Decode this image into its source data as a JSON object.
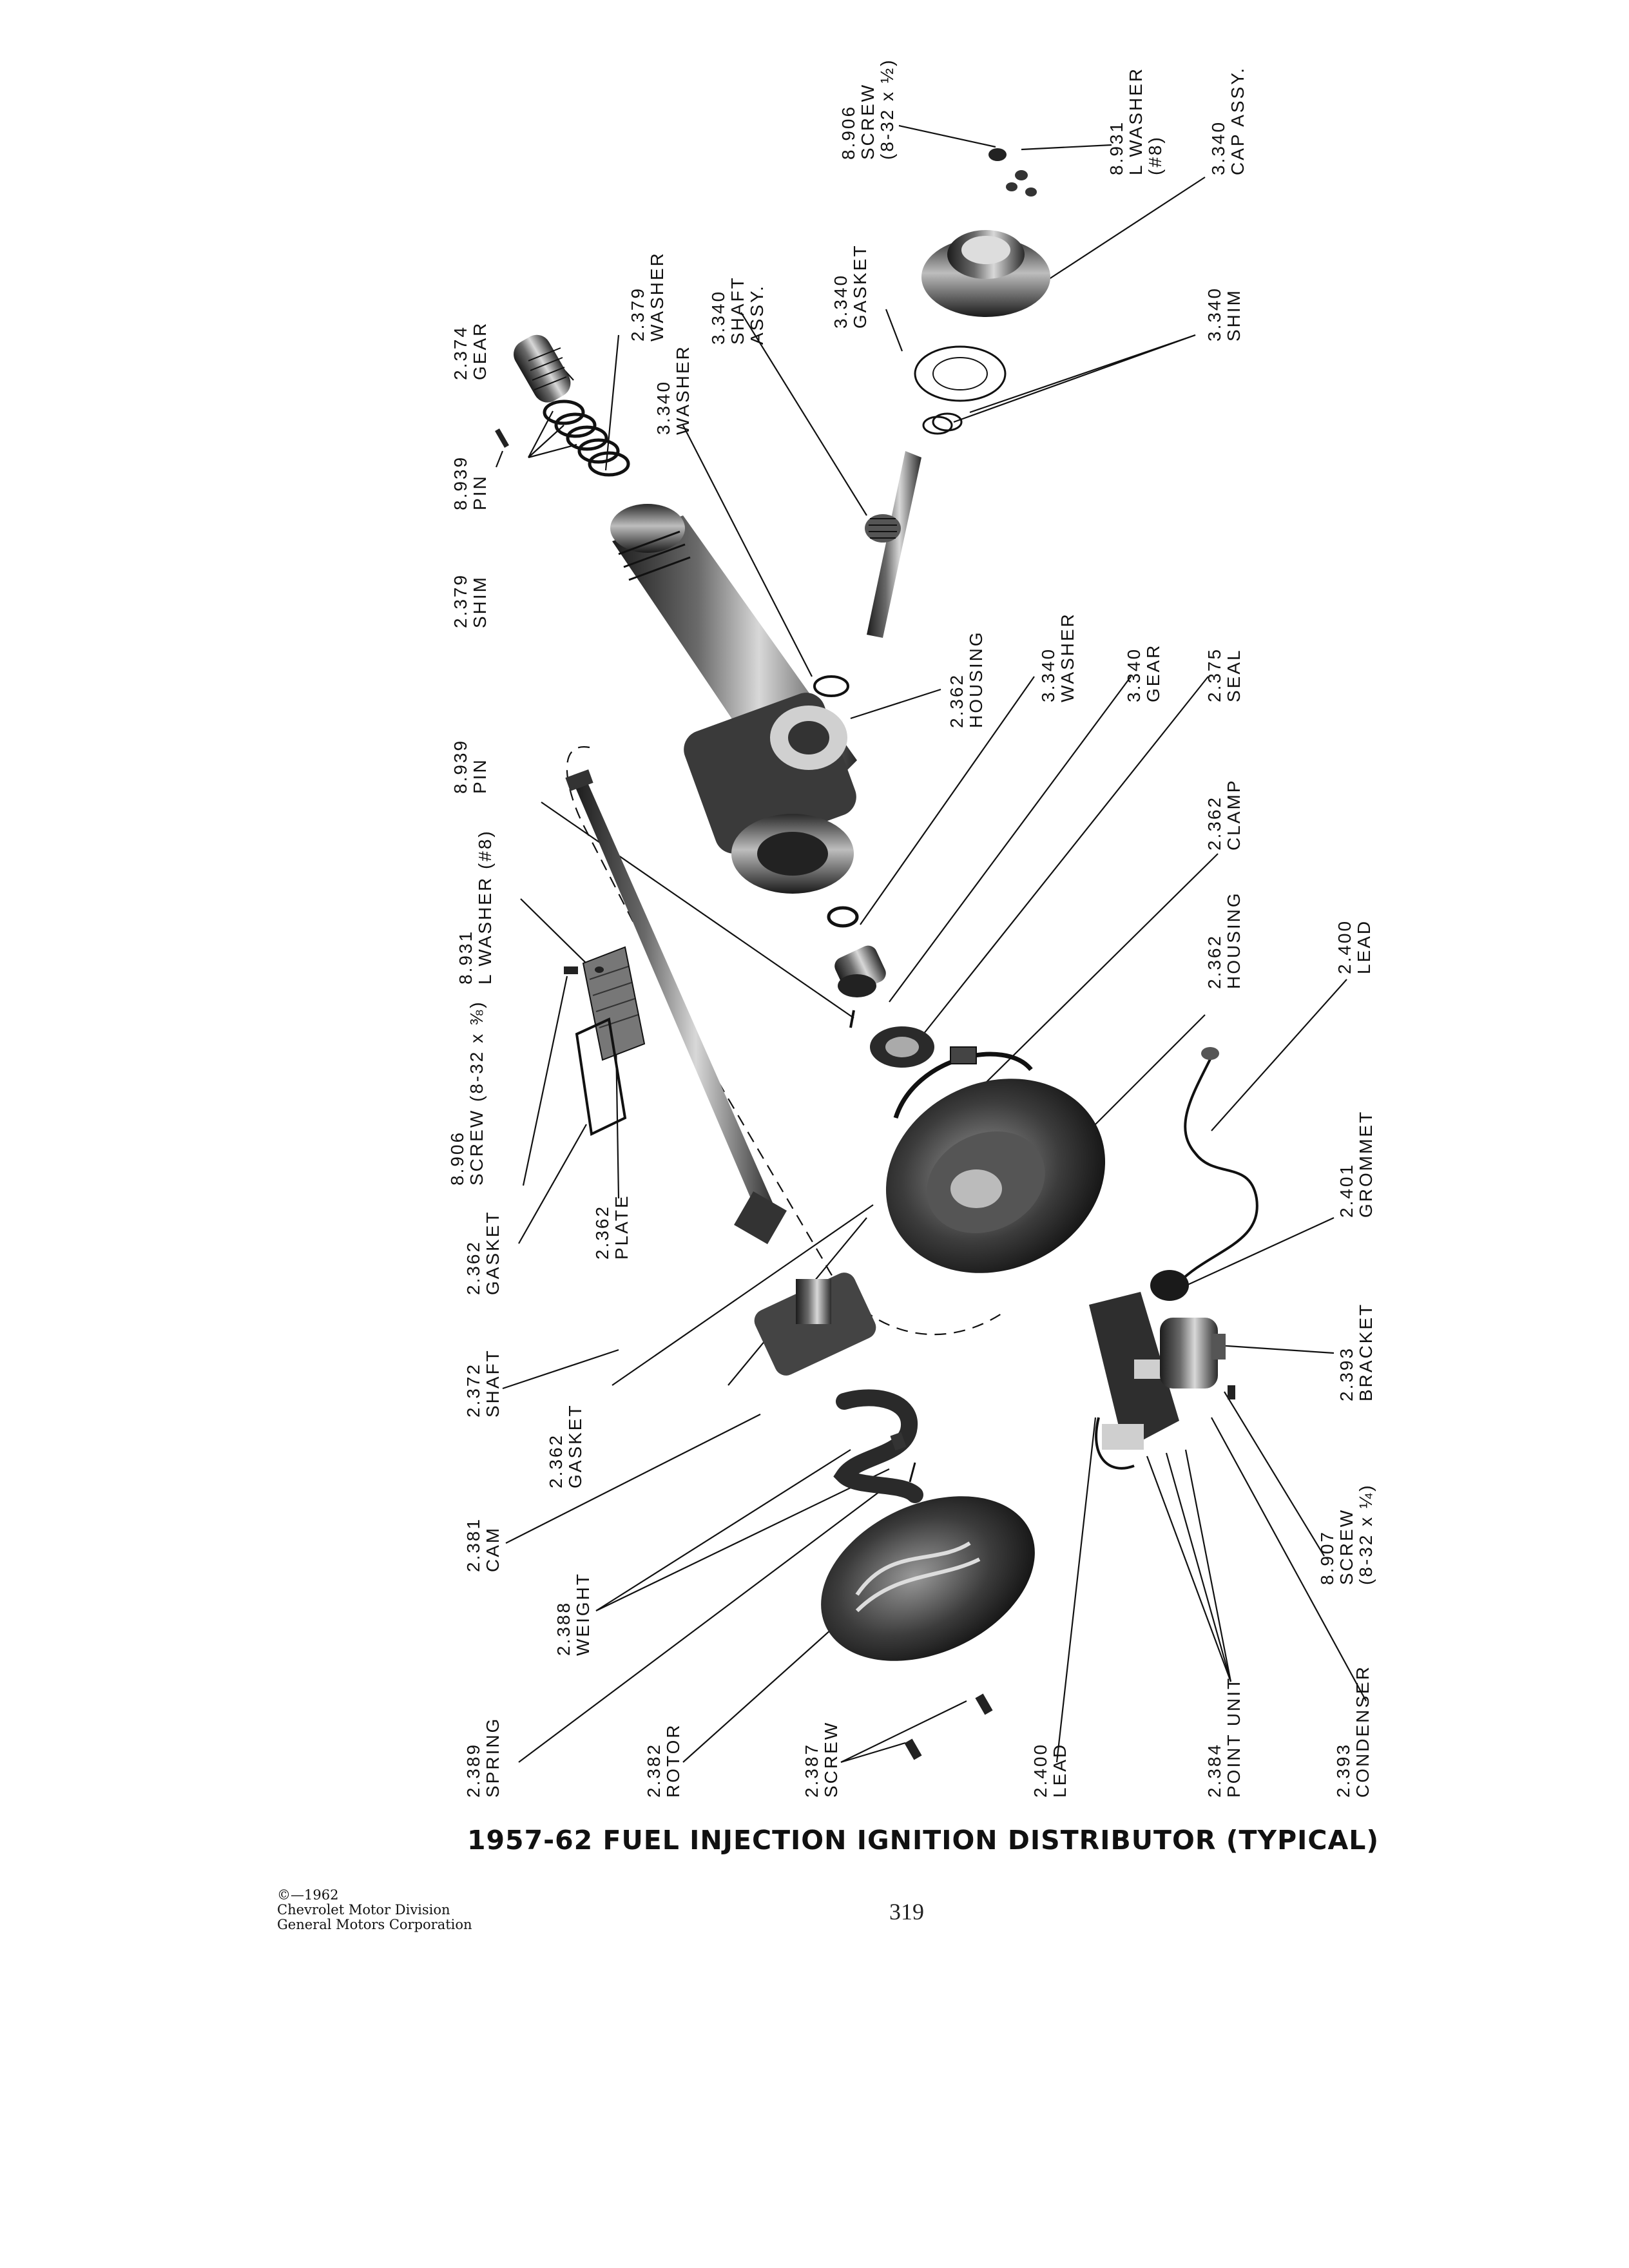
{
  "diagram_title": "1957-62 FUEL INJECTION IGNITION DISTRIBUTOR (TYPICAL)",
  "copyright": {
    "year_line": "©—1962",
    "line1": "Chevrolet Motor Division",
    "line2": "General Motors Corporation"
  },
  "page_number": "319",
  "callouts": [
    {
      "id": "screw-cap",
      "number": "8.906",
      "name": "SCREW",
      "spec": "(8-32 x ½)"
    },
    {
      "id": "lwasher-cap",
      "number": "8.931",
      "name": "L WASHER",
      "spec": "(#8)"
    },
    {
      "id": "cap-assy",
      "number": "3.340",
      "name": "CAP ASSY."
    },
    {
      "id": "shaft-assy",
      "number": "3.340",
      "name": "SHAFT",
      "spec": "ASSY."
    },
    {
      "id": "gasket-cap",
      "number": "3.340",
      "name": "GASKET"
    },
    {
      "id": "shim-cap",
      "number": "3.340",
      "name": "SHIM"
    },
    {
      "id": "gear-drive",
      "number": "2.374",
      "name": "GEAR"
    },
    {
      "id": "washer-drive",
      "number": "2.379",
      "name": "WASHER"
    },
    {
      "id": "washer-upper",
      "number": "3.340",
      "name": "WASHER"
    },
    {
      "id": "pin-gear",
      "number": "8.939",
      "name": "PIN"
    },
    {
      "id": "shim-drive",
      "number": "2.379",
      "name": "SHIM"
    },
    {
      "id": "housing-upper",
      "number": "2.362",
      "name": "HOUSING"
    },
    {
      "id": "washer-mid",
      "number": "3.340",
      "name": "WASHER"
    },
    {
      "id": "gear-mid",
      "number": "3.340",
      "name": "GEAR"
    },
    {
      "id": "seal",
      "number": "2.375",
      "name": "SEAL"
    },
    {
      "id": "pin-shaft",
      "number": "8.939",
      "name": "PIN"
    },
    {
      "id": "lwasher-plate",
      "number": "8.931",
      "name": "L WASHER (#8)"
    },
    {
      "id": "clamp",
      "number": "2.362",
      "name": "CLAMP"
    },
    {
      "id": "housing-lower",
      "number": "2.362",
      "name": "HOUSING"
    },
    {
      "id": "lead-top",
      "number": "2.400",
      "name": "LEAD"
    },
    {
      "id": "screw-plate",
      "number": "8.906",
      "name": "SCREW (8-32 x ⅜)"
    },
    {
      "id": "gasket-plate",
      "number": "2.362",
      "name": "GASKET"
    },
    {
      "id": "plate",
      "number": "2.362",
      "name": "PLATE"
    },
    {
      "id": "grommet",
      "number": "2.401",
      "name": "GROMMET"
    },
    {
      "id": "shaft",
      "number": "2.372",
      "name": "SHAFT"
    },
    {
      "id": "gasket-housing",
      "number": "2.362",
      "name": "GASKET"
    },
    {
      "id": "bracket",
      "number": "2.393",
      "name": "BRACKET"
    },
    {
      "id": "cam",
      "number": "2.381",
      "name": "CAM"
    },
    {
      "id": "screw-bracket",
      "number": "8.907",
      "name": "SCREW",
      "spec": "(8-32 x ¼)"
    },
    {
      "id": "weight",
      "number": "2.388",
      "name": "WEIGHT"
    },
    {
      "id": "spring",
      "number": "2.389",
      "name": "SPRING"
    },
    {
      "id": "rotor",
      "number": "2.382",
      "name": "ROTOR"
    },
    {
      "id": "screw-rotor",
      "number": "2.387",
      "name": "SCREW"
    },
    {
      "id": "lead-bottom",
      "number": "2.400",
      "name": "LEAD"
    },
    {
      "id": "point-unit",
      "number": "2.384",
      "name": "POINT UNIT"
    },
    {
      "id": "condenser",
      "number": "2.393",
      "name": "CONDENSER"
    }
  ]
}
